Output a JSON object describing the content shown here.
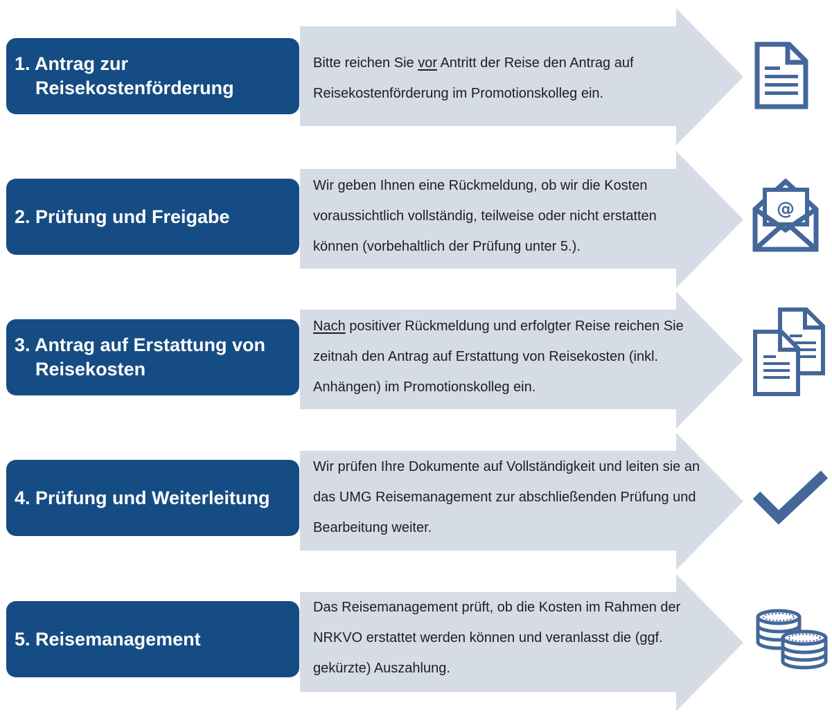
{
  "colors": {
    "label_bg": "#164c84",
    "arrow_bg": "#d5dce5",
    "icon": "#44679a"
  },
  "steps": [
    {
      "label_line1": "1. Antrag zur",
      "label_line2": "Reisekostenförderung",
      "desc_parts": [
        "Bitte reichen Sie ",
        "vor",
        " Antritt der Reise den Antrag auf Reisekostenförderung im Promotionskolleg ein."
      ],
      "icon": "document-icon"
    },
    {
      "label_line1": "2. Prüfung und Freigabe",
      "label_line2": "",
      "desc": "Wir geben Ihnen eine Rückmeldung, ob wir die Kosten voraussichtlich vollständig, teilweise oder nicht erstatten können (vorbehaltlich der Prüfung unter 5.).",
      "icon": "email-envelope-icon"
    },
    {
      "label_line1": "3. Antrag auf Erstattung von",
      "label_line2": "Reisekosten",
      "desc_parts": [
        "Nach",
        " positiver Rückmeldung und erfolgter Reise reichen Sie zeitnah den Antrag auf Erstattung von Reisekosten (inkl. Anhängen) im Promotionskolleg ein."
      ],
      "icon": "documents-copy-icon"
    },
    {
      "label_line1": "4. Prüfung und Weiterleitung",
      "label_line2": "",
      "desc": "Wir prüfen Ihre Dokumente auf Vollständigkeit und leiten sie an das UMG Reisemanagement zur abschließenden Prüfung und Bearbeitung weiter.",
      "icon": "checkmark-icon"
    },
    {
      "label_line1": "5. Reisemanagement",
      "label_line2": "",
      "desc": "Das Reisemanagement prüft, ob die Kosten im Rahmen der NRKVO erstattet werden können und veranlasst die (ggf. gekürzte) Auszahlung.",
      "icon": "coins-icon"
    }
  ]
}
